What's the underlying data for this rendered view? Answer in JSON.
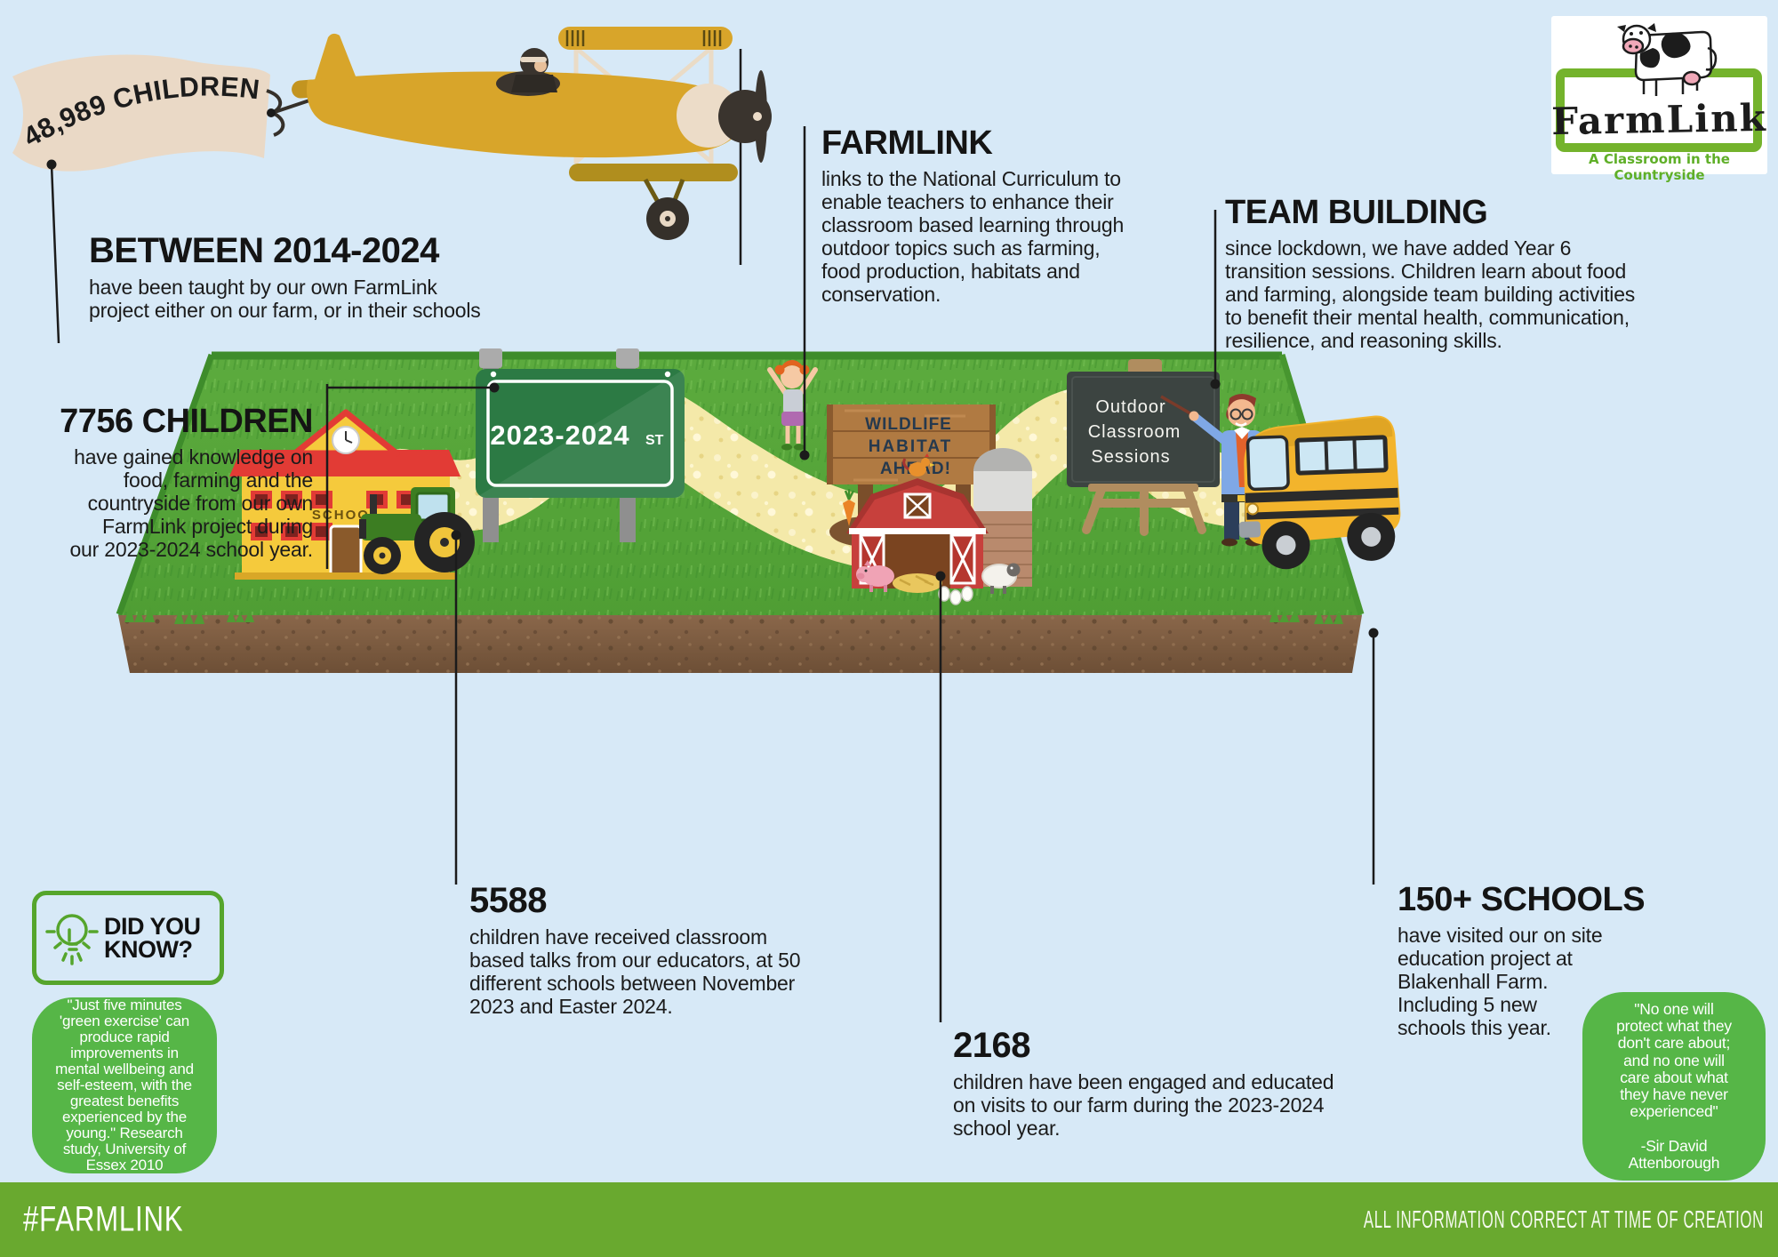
{
  "banner": {
    "text": "48,989 CHILDREN"
  },
  "logo": {
    "name": "FarmLink",
    "tagline": "A Classroom in the Countryside"
  },
  "blocks": {
    "between": {
      "heading": "BETWEEN 2014-2024",
      "body": "have been taught by our own FarmLink\nproject either on our farm, or in their schools"
    },
    "children_7756": {
      "heading": "7756 CHILDREN",
      "body": "have gained knowledge on\nfood, farming and the\ncountryside from our own\nFarmLink project during\nour 2023-2024 school year."
    },
    "farmlink": {
      "heading": "FARMLINK",
      "body": "links to the National Curriculum to\nenable teachers to enhance their\nclassroom based learning through\noutdoor topics such as farming,\nfood production, habitats and\nconservation."
    },
    "team_building": {
      "heading": "TEAM BUILDING",
      "body": "since lockdown, we have added Year 6\ntransition sessions. Children learn about food\nand farming, alongside team building activities\nto benefit their mental health, communication,\nresilience, and reasoning skills."
    },
    "talks_5588": {
      "heading": "5588",
      "body": "children have received classroom\nbased talks from our educators, at 50\ndifferent schools between November\n2023 and Easter 2024."
    },
    "visits_2168": {
      "heading": "2168",
      "body": "children have been engaged and educated\non visits to our farm during the 2023-2024\nschool year."
    },
    "schools_150": {
      "heading": "150+ SCHOOLS",
      "body": "have visited our on site\neducation project at\nBlakenhall Farm.\nIncluding 5 new\nschools this year."
    }
  },
  "scene": {
    "street_sign_main": "2023-2024",
    "street_sign_suffix": "ST",
    "wildlife_line1": "WILDLIFE",
    "wildlife_line2": "HABITAT",
    "wildlife_line3": "AHEAD!",
    "chalk_line1": "Outdoor",
    "chalk_line2": "Classroom",
    "chalk_line3": "Sessions",
    "school_label": "SCHOOL"
  },
  "did_you_know": {
    "title": "DID YOU\nKNOW?",
    "quote": "\"Just five minutes\n'green exercise' can\nproduce rapid\nimprovements in\nmental wellbeing and\nself-esteem, with the\ngreatest benefits\nexperienced by the\nyoung.\" Research\nstudy, University of\nEssex 2010"
  },
  "attenborough": {
    "quote": "\"No one will\nprotect what they\ndon't care about;\nand no one will\ncare about what\nthey have never\nexperienced\"\n\n-Sir David\nAttenborough"
  },
  "footer": {
    "hashtag": "#FARMLINK",
    "note": "ALL INFORMATION CORRECT AT TIME OF CREATION"
  },
  "colors": {
    "background": "#d7e9f7",
    "quote_green": "#56b647",
    "footer_green": "#69a92f",
    "outline_green": "#55a52c",
    "sign_green": "#2c7a44",
    "grass_green": "#58a83c",
    "path_yellow": "#f4e9a9",
    "barn_red": "#c7403c",
    "bus_yellow": "#f3b42c",
    "plane_yellow": "#d8a52a",
    "banner_beige": "#ead9c6"
  }
}
